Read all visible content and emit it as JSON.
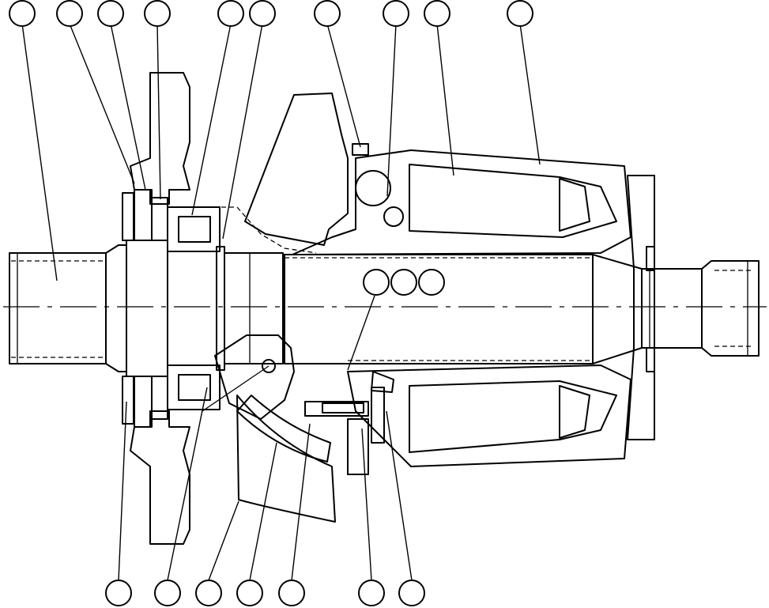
{
  "diagram": {
    "kind": "exploded cross-section of axial piston unit",
    "callouts_top": [
      {
        "id": "t1",
        "label": ""
      },
      {
        "id": "t2",
        "label": ""
      },
      {
        "id": "t3",
        "label": ""
      },
      {
        "id": "t4",
        "label": ""
      },
      {
        "id": "t5",
        "label": ""
      },
      {
        "id": "t6",
        "label": ""
      },
      {
        "id": "t7",
        "label": ""
      },
      {
        "id": "t8",
        "label": ""
      },
      {
        "id": "t9",
        "label": ""
      },
      {
        "id": "t10",
        "label": ""
      }
    ],
    "callouts_center": [
      {
        "id": "c1",
        "label": ""
      },
      {
        "id": "c2",
        "label": ""
      },
      {
        "id": "c3",
        "label": ""
      }
    ],
    "callouts_bottom": [
      {
        "id": "b1",
        "label": ""
      },
      {
        "id": "b2",
        "label": ""
      },
      {
        "id": "b3",
        "label": ""
      },
      {
        "id": "b4",
        "label": ""
      },
      {
        "id": "b5",
        "label": ""
      },
      {
        "id": "b6",
        "label": ""
      },
      {
        "id": "b7",
        "label": ""
      }
    ]
  }
}
